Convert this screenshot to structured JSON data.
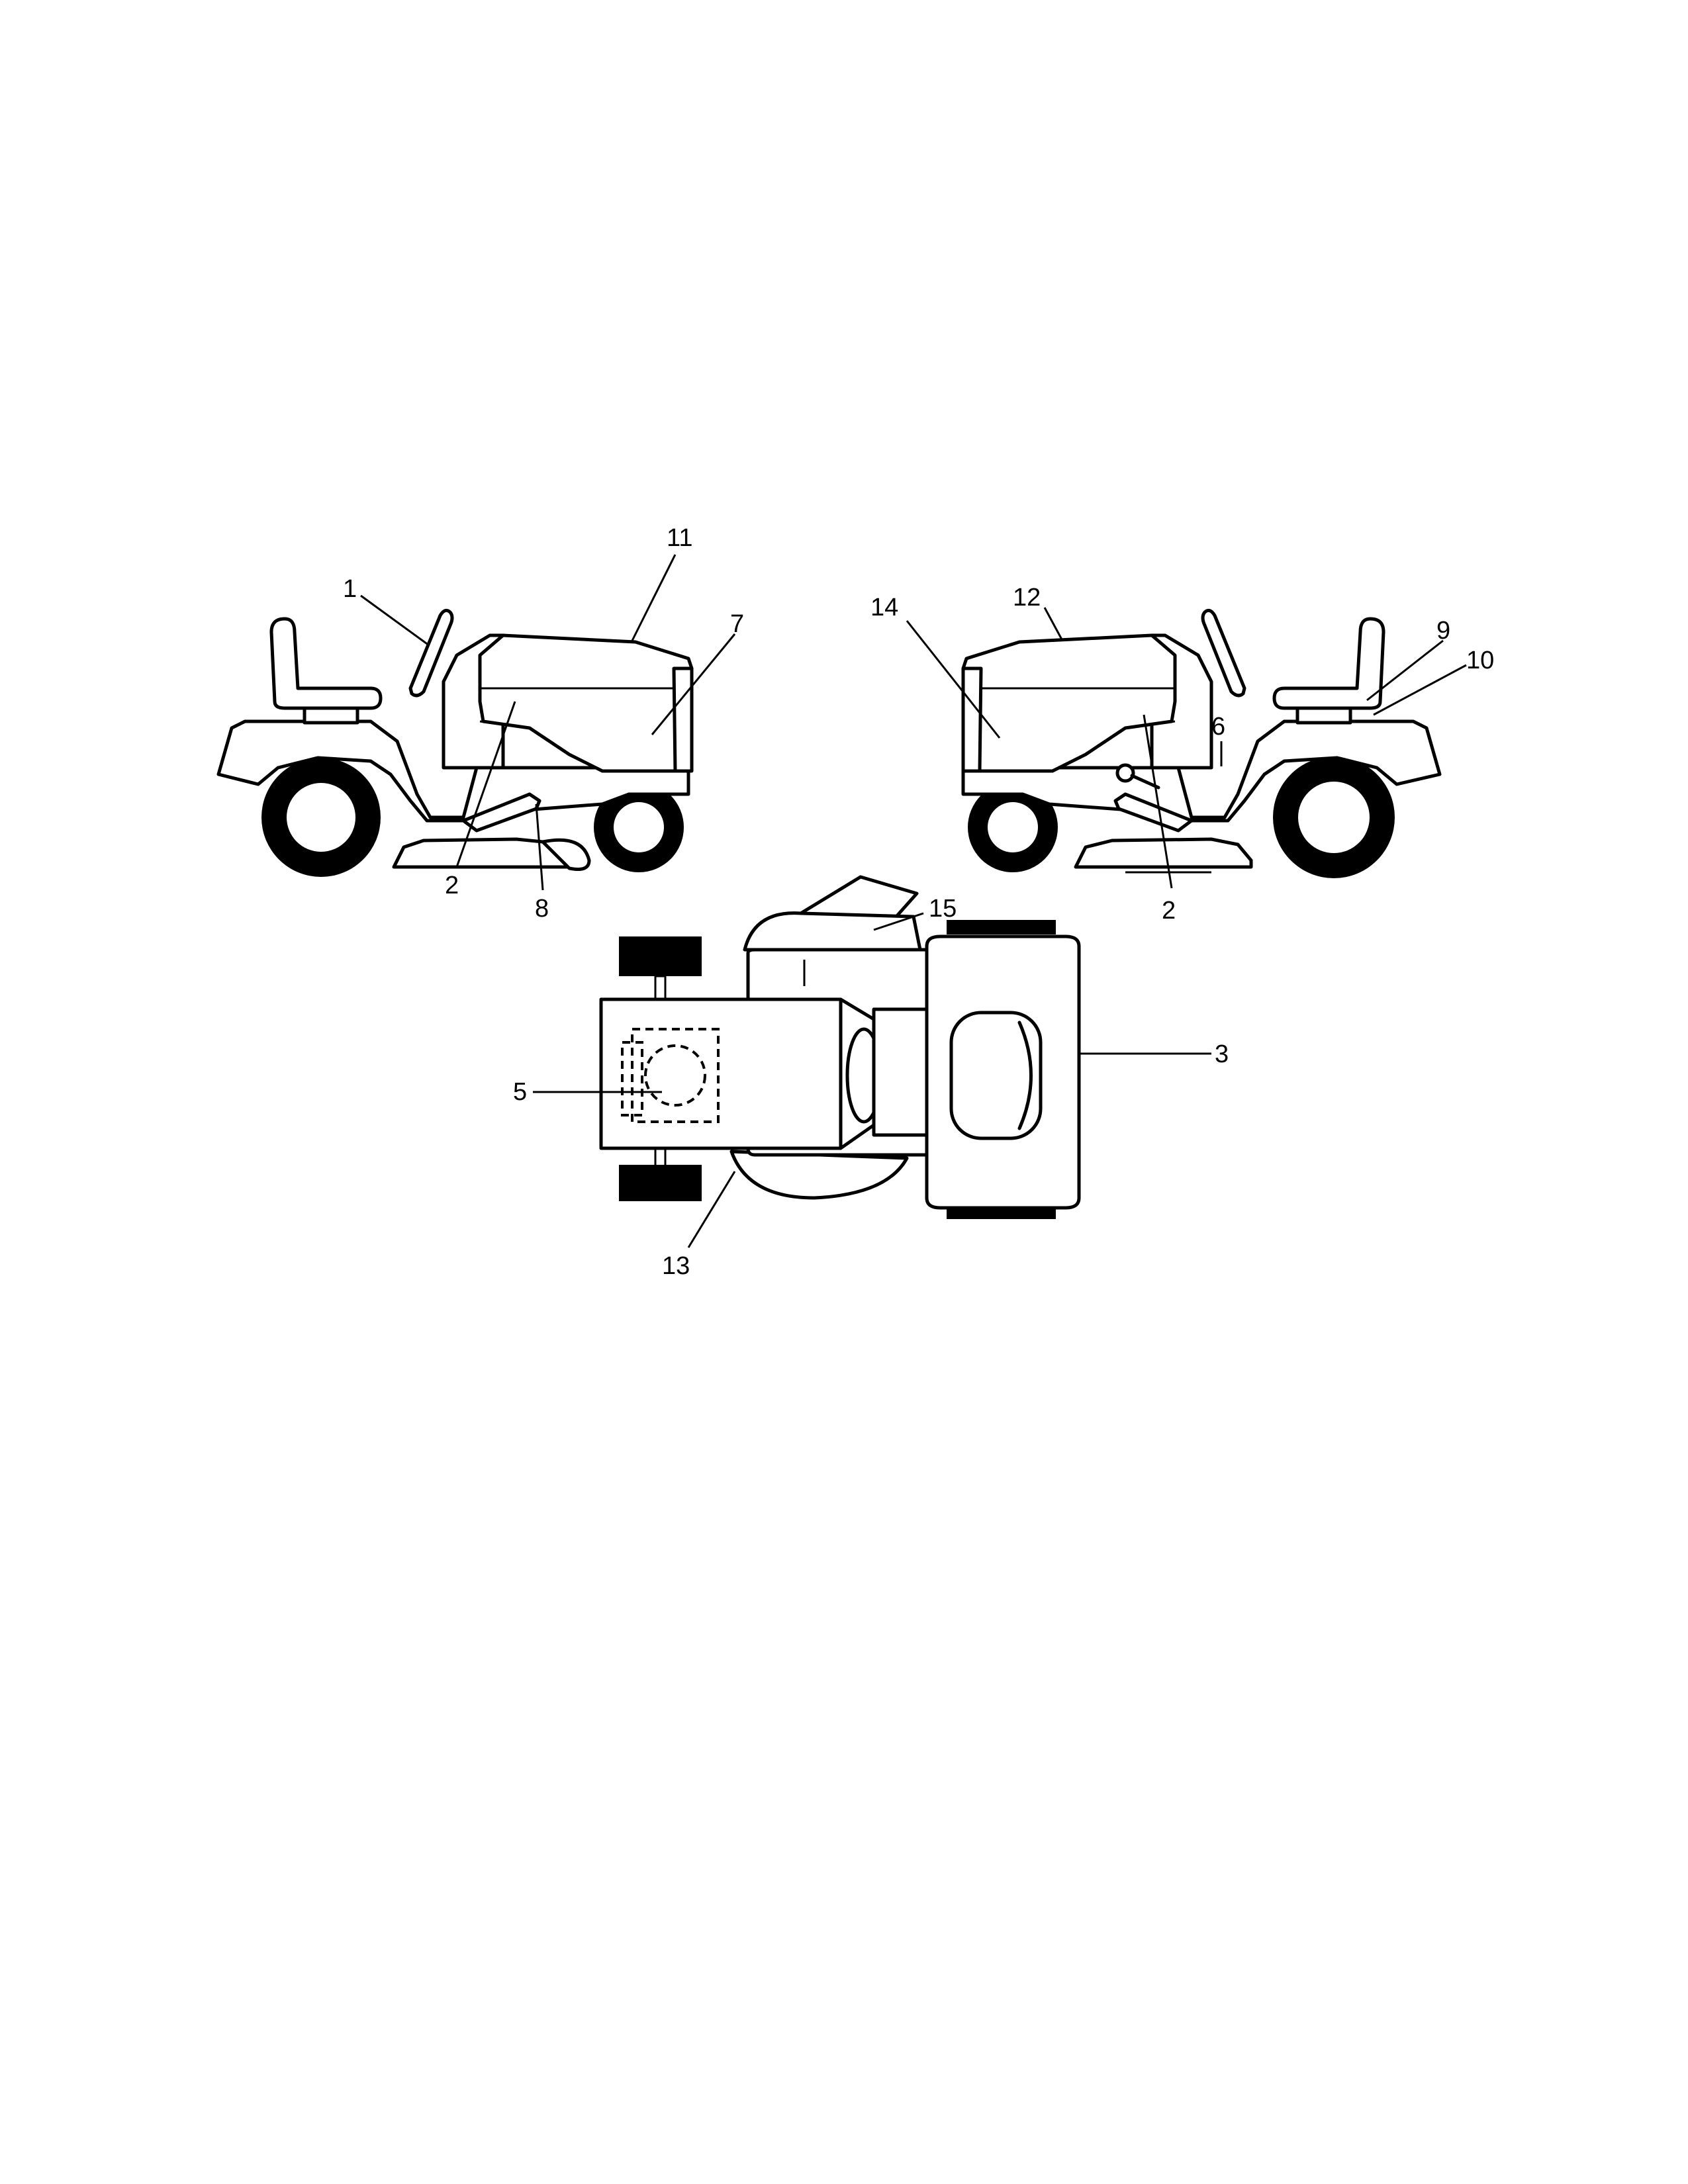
{
  "diagram": {
    "views": [
      "left-side",
      "right-side",
      "top"
    ],
    "callouts": [
      {
        "id": "c1",
        "label": "1"
      },
      {
        "id": "c11",
        "label": "11"
      },
      {
        "id": "c7",
        "label": "7"
      },
      {
        "id": "c2a",
        "label": "2"
      },
      {
        "id": "c8",
        "label": "8"
      },
      {
        "id": "c14",
        "label": "14"
      },
      {
        "id": "c12",
        "label": "12"
      },
      {
        "id": "c9",
        "label": "9"
      },
      {
        "id": "c10",
        "label": "10"
      },
      {
        "id": "c6",
        "label": "6"
      },
      {
        "id": "c2b",
        "label": "2"
      },
      {
        "id": "c15",
        "label": "15"
      },
      {
        "id": "c3",
        "label": "3"
      },
      {
        "id": "c5",
        "label": "5"
      },
      {
        "id": "c13",
        "label": "13"
      }
    ]
  }
}
